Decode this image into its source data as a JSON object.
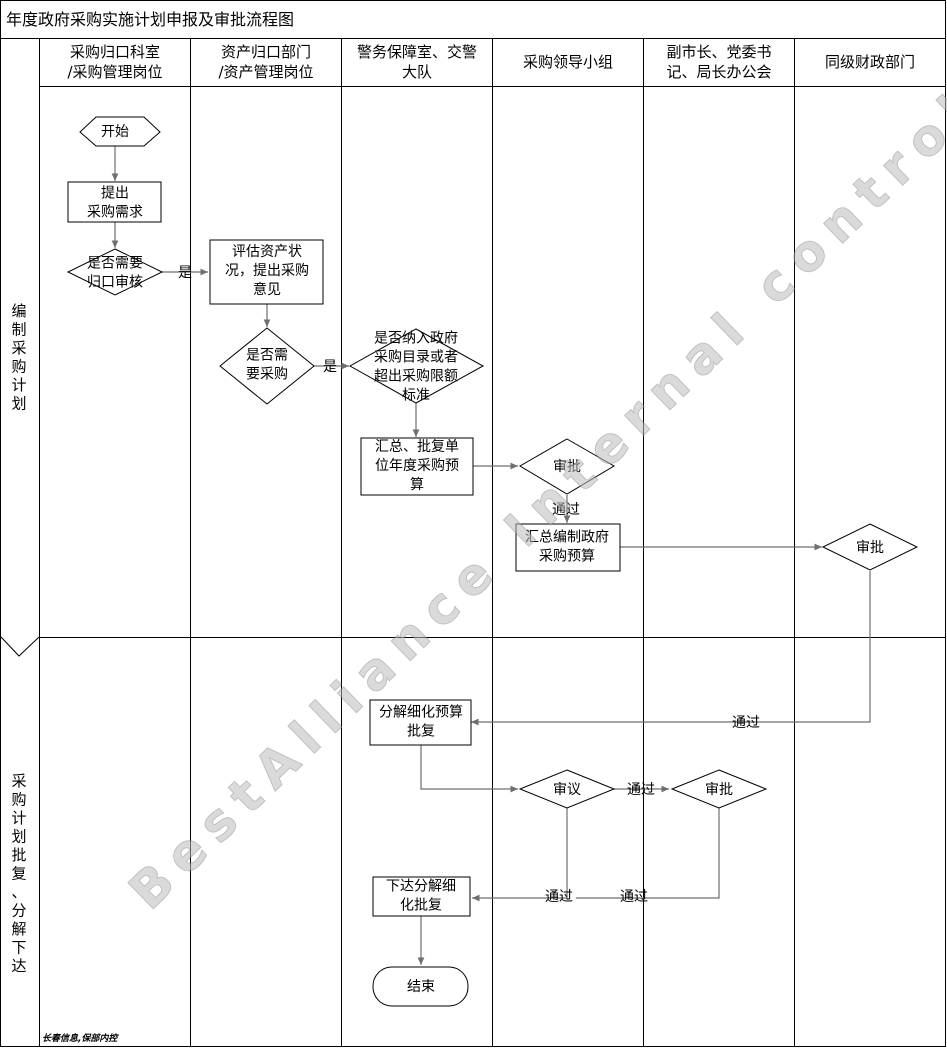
{
  "title": "年度政府采购实施计划申报及审批流程图",
  "lanes": [
    {
      "id": "lane1",
      "lines": [
        "采购归口科室",
        "/采购管理岗位"
      ]
    },
    {
      "id": "lane2",
      "lines": [
        "资产归口部门",
        "/资产管理岗位"
      ]
    },
    {
      "id": "lane3",
      "lines": [
        "警务保障室、交警",
        "大队"
      ]
    },
    {
      "id": "lane4",
      "lines": [
        "采购领导小组"
      ]
    },
    {
      "id": "lane5",
      "lines": [
        "副市长、党委书",
        "记、局长办公会"
      ]
    },
    {
      "id": "lane6",
      "lines": [
        "同级财政部门"
      ]
    }
  ],
  "phases": [
    {
      "id": "phase1",
      "label": "编制采购计划"
    },
    {
      "id": "phase2",
      "label": "采购计划批复、分解下达"
    }
  ],
  "nodes": [
    {
      "id": "start",
      "shape": "hexagon",
      "lines": [
        "开始"
      ]
    },
    {
      "id": "propose",
      "shape": "rect",
      "lines": [
        "提出",
        "采购需求"
      ]
    },
    {
      "id": "need-review",
      "shape": "diamond",
      "lines": [
        "是否需要",
        "归口审核"
      ]
    },
    {
      "id": "assess",
      "shape": "rect",
      "lines": [
        "评估资产状",
        "况，提出采购",
        "意见"
      ]
    },
    {
      "id": "need-purchase",
      "shape": "diamond",
      "lines": [
        "是否需",
        "要采购"
      ]
    },
    {
      "id": "catalog",
      "shape": "diamond",
      "lines": [
        "是否纳入政府",
        "采购目录或者",
        "超出采购限额",
        "标准"
      ]
    },
    {
      "id": "summarize",
      "shape": "rect",
      "lines": [
        "汇总、批复单",
        "位年度采购预",
        "算"
      ]
    },
    {
      "id": "approve-1",
      "shape": "diamond",
      "lines": [
        "审批"
      ]
    },
    {
      "id": "compile",
      "shape": "rect",
      "lines": [
        "汇总编制政府",
        "采购预算"
      ]
    },
    {
      "id": "approve-finance",
      "shape": "diamond",
      "lines": [
        "审批"
      ]
    },
    {
      "id": "decompose",
      "shape": "rect",
      "lines": [
        "分解细化预算",
        "批复"
      ]
    },
    {
      "id": "deliberate",
      "shape": "diamond",
      "lines": [
        "审议"
      ]
    },
    {
      "id": "approve-2",
      "shape": "diamond",
      "lines": [
        "审批"
      ]
    },
    {
      "id": "issue",
      "shape": "rect",
      "lines": [
        "下达分解细",
        "化批复"
      ]
    },
    {
      "id": "end",
      "shape": "terminal",
      "lines": [
        "结束"
      ]
    }
  ],
  "edge_labels": {
    "yes_1": "是",
    "yes_2": "是",
    "pass_1": "通过",
    "pass_2": "通过",
    "pass_3": "通过",
    "pass_4": "通过",
    "pass_5": "通过"
  },
  "watermark": "BestAlliance Internal control",
  "footnote": "长春信息,保部内控"
}
